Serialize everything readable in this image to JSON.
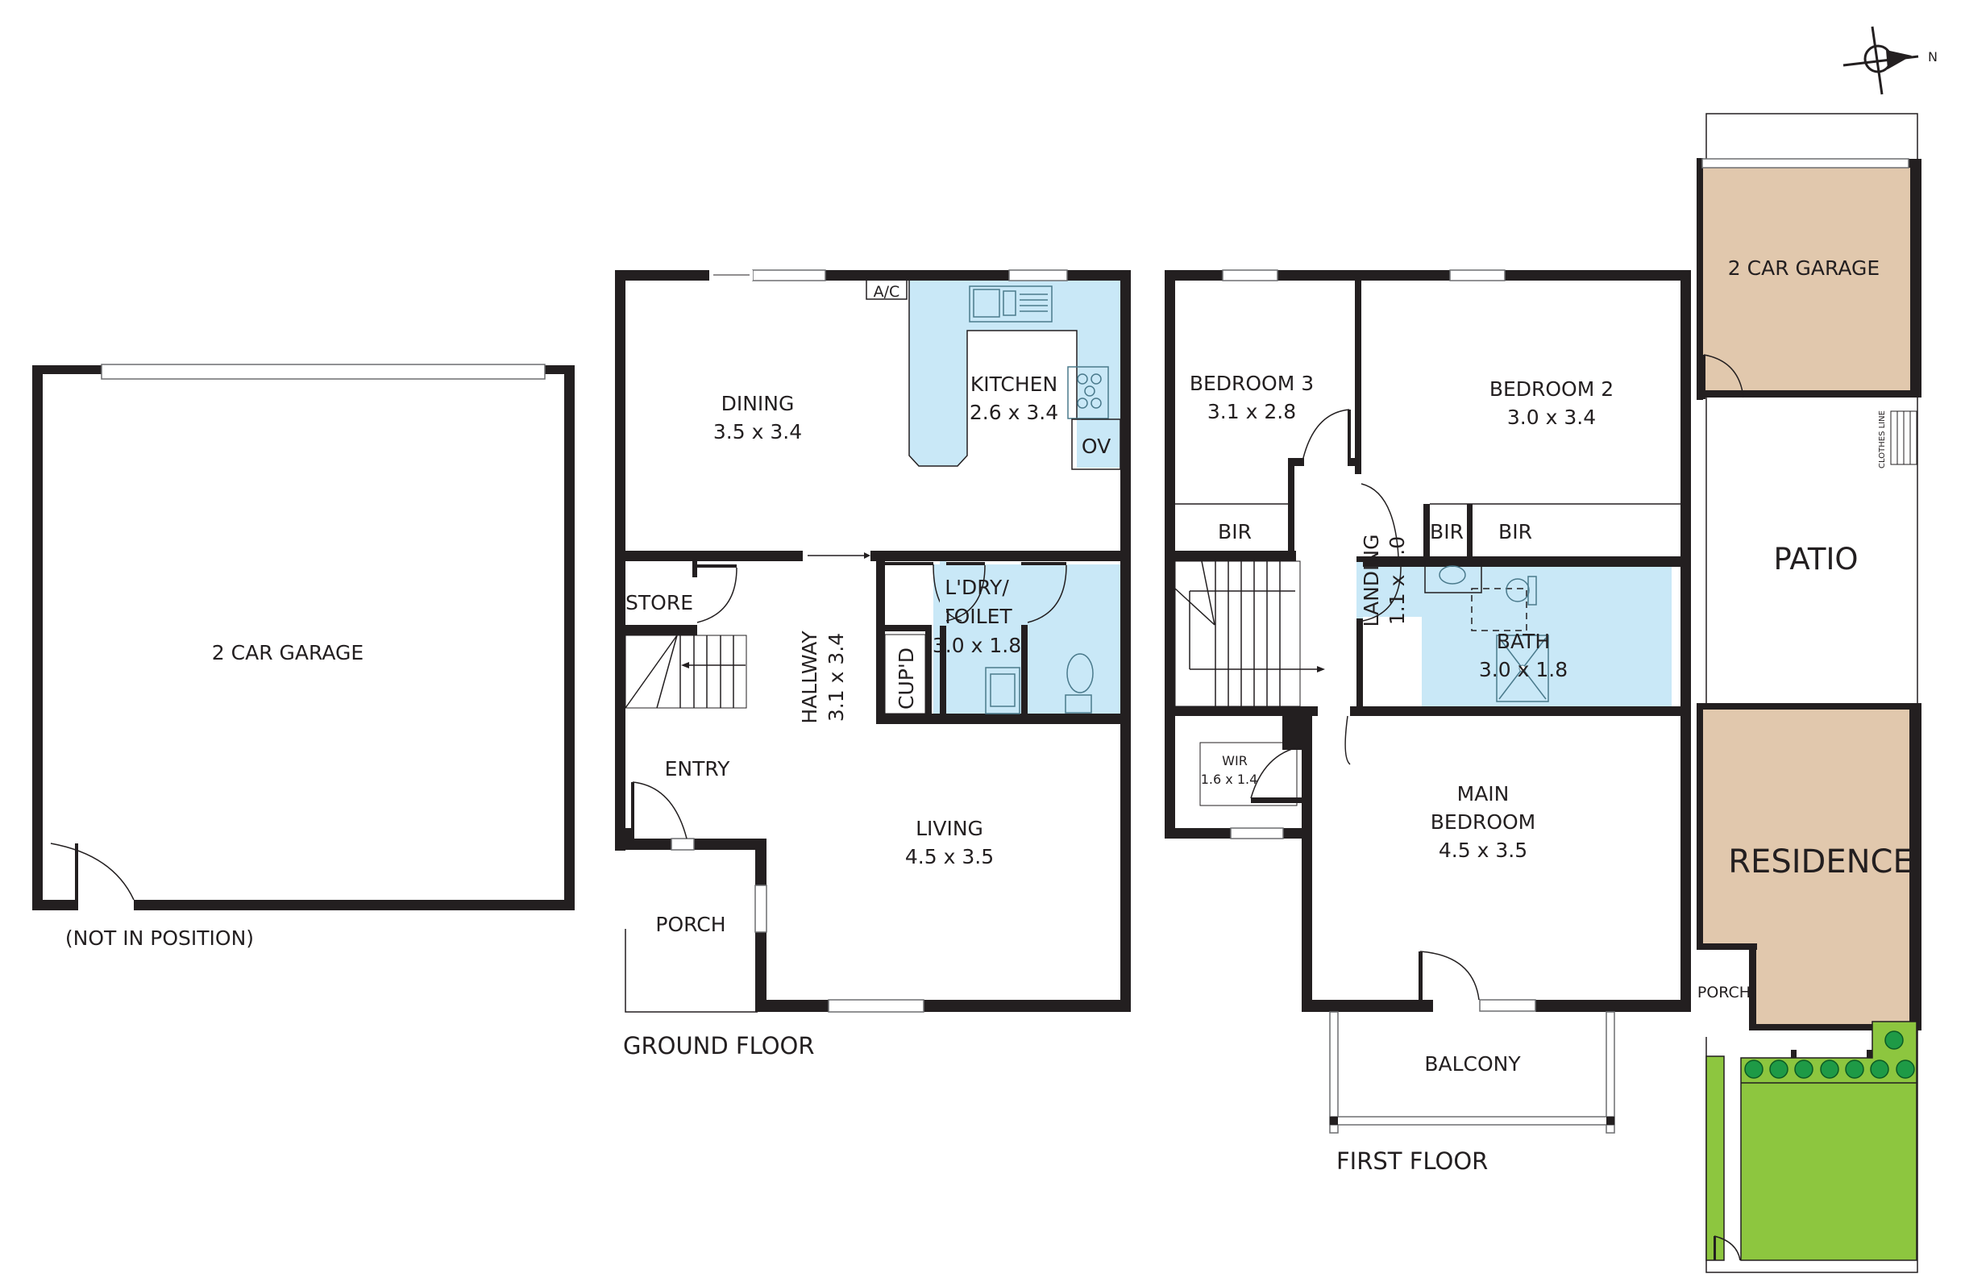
{
  "compass": {
    "label": "N",
    "icon": "north-arrow-icon"
  },
  "detached_garage": {
    "name": "2 CAR GARAGE",
    "note": "(NOT IN POSITION)"
  },
  "ground_floor": {
    "title": "GROUND FLOOR",
    "rooms": {
      "dining": {
        "name": "DINING",
        "size": "3.5 x 3.4"
      },
      "kitchen": {
        "name": "KITCHEN",
        "size": "2.6 x 3.4"
      },
      "ac": {
        "name": "A/C"
      },
      "oven": {
        "name": "OV"
      },
      "store": {
        "name": "STORE"
      },
      "hallway": {
        "name": "HALLWAY",
        "size": "3.1 x 3.4"
      },
      "laundry": {
        "name_line1": "L'DRY/",
        "name_line2": "TOILET",
        "size": "3.0 x 1.8"
      },
      "cupboard": {
        "name": "CUP'D"
      },
      "entry": {
        "name": "ENTRY"
      },
      "living": {
        "name": "LIVING",
        "size": "4.5 x 3.5"
      },
      "porch": {
        "name": "PORCH"
      }
    }
  },
  "first_floor": {
    "title": "FIRST FLOOR",
    "rooms": {
      "bedroom3": {
        "name": "BEDROOM 3",
        "size": "3.1 x 2.8"
      },
      "bedroom2": {
        "name": "BEDROOM 2",
        "size": "3.0 x 3.4"
      },
      "bir_left": {
        "name": "BIR"
      },
      "bir_mid": {
        "name": "BIR"
      },
      "bir_right": {
        "name": "BIR"
      },
      "landing": {
        "name": "LANDING",
        "size": "1.1 x 3.0"
      },
      "bath": {
        "name": "BATH",
        "size": "3.0 x 1.8"
      },
      "wir": {
        "name": "WIR",
        "size": "1.6 x 1.4"
      },
      "main_bedroom": {
        "name_line1": "MAIN",
        "name_line2": "BEDROOM",
        "size": "4.5 x 3.5"
      },
      "balcony": {
        "name": "BALCONY"
      }
    }
  },
  "site_plan": {
    "garage": {
      "name": "2 CAR GARAGE"
    },
    "clothes_line": {
      "name": "CLOTHES LINE"
    },
    "patio": {
      "name": "PATIO"
    },
    "residence": {
      "name": "RESIDENCE"
    },
    "porch": {
      "name": "PORCH"
    }
  },
  "colors": {
    "wall": "#231f20",
    "wet_area": "#c9e8f7",
    "building": "#e1c8ad",
    "lawn": "#8dc63f",
    "tree": "#1e9a46"
  }
}
